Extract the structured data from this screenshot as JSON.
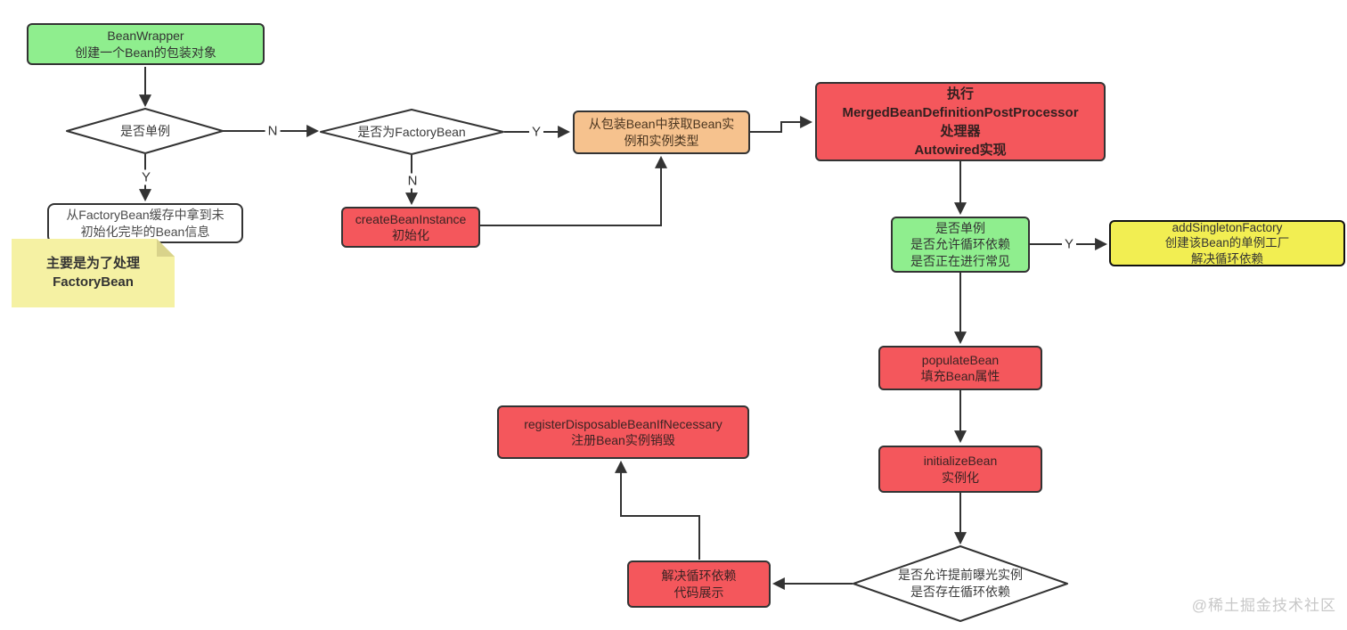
{
  "colors": {
    "green": "#8fee8e",
    "red": "#f4575c",
    "orange": "#f6c28e",
    "yellow": "#f2ee52",
    "note": "#f5f1a3",
    "note_fold": "#d9d38b",
    "border": "#333333",
    "line": "#333333",
    "watermark": "#c8c8c8"
  },
  "nodes": {
    "bean_wrapper": {
      "lines": [
        "BeanWrapper",
        "创建一个Bean的包装对象"
      ]
    },
    "is_singleton": {
      "lines": [
        "是否单例"
      ]
    },
    "is_factorybean": {
      "lines": [
        "是否为FactoryBean"
      ]
    },
    "get_instance": {
      "lines": [
        "从包装Bean中获取Bean实",
        "例和实例类型"
      ]
    },
    "merged_processor": {
      "lines": [
        "执行",
        "MergedBeanDefinitionPostProcessor",
        "处理器",
        "Autowired实现"
      ]
    },
    "factorybean_cache": {
      "lines": [
        "从FactoryBean缓存中拿到未",
        "初始化完毕的Bean信息"
      ]
    },
    "note": {
      "lines": [
        "主要是为了处理",
        "FactoryBean"
      ]
    },
    "create_bean_instance": {
      "lines": [
        "createBeanInstance",
        "初始化"
      ]
    },
    "circular_check": {
      "lines": [
        "是否单例",
        "是否允许循环依赖",
        "是否正在进行常见"
      ]
    },
    "add_singleton_factory": {
      "lines": [
        "addSingletonFactory",
        "创建该Bean的单例工厂",
        "解决循环依赖"
      ]
    },
    "populate_bean": {
      "lines": [
        "populateBean",
        "填充Bean属性"
      ]
    },
    "initialize_bean": {
      "lines": [
        "initializeBean",
        "实例化"
      ]
    },
    "early_exposure": {
      "lines": [
        "是否允许提前曝光实例",
        "是否存在循环依赖"
      ]
    },
    "resolve_circular": {
      "lines": [
        "解决循环依赖",
        "代码展示"
      ]
    },
    "register_disposable": {
      "lines": [
        "registerDisposableBeanIfNecessary",
        "注册Bean实例销毁"
      ]
    }
  },
  "edge_labels": {
    "singleton_n": "N",
    "singleton_y": "Y",
    "factorybean_n": "N",
    "factorybean_y": "Y",
    "circular_y": "Y"
  },
  "watermark": "@稀土掘金技术社区"
}
